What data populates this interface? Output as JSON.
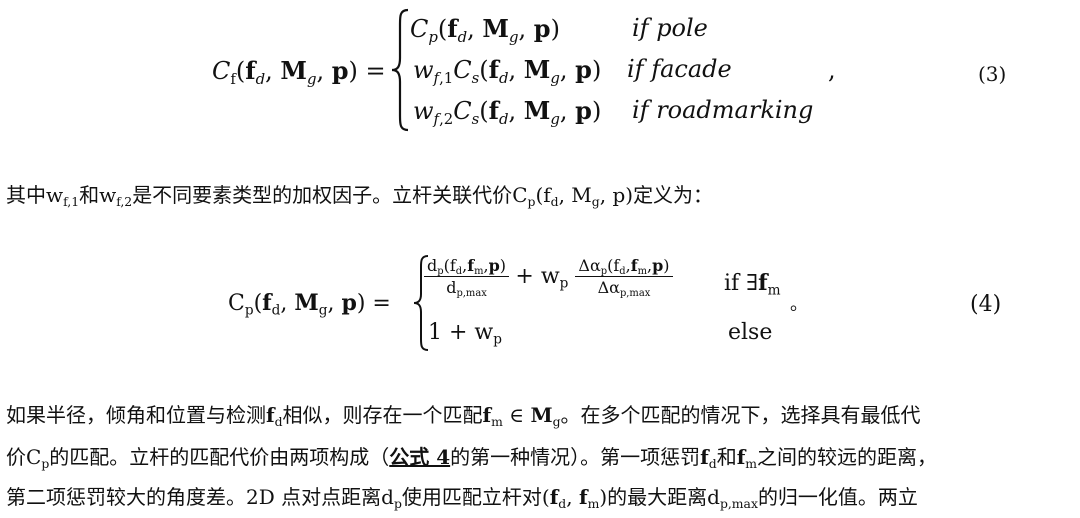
{
  "eq3": {
    "lhs": "C_f(f_d, M_g, p) =",
    "cases": [
      {
        "expr": "C_p(f_d, M_g, p)",
        "cond": "if pole"
      },
      {
        "expr": "w_{f,1} C_s(f_d, M_g, p)",
        "cond": "if facade"
      },
      {
        "expr": "w_{f,2} C_s(f_d, M_g, p)",
        "cond": "if roadmarking"
      }
    ],
    "trailing": ",",
    "number": "(3)"
  },
  "para1": {
    "text_a": "其中",
    "text_b": "和",
    "text_c": "是不同要素类型的加权因子。立杆关联代价",
    "text_d": "定义为："
  },
  "eq4": {
    "lhs": "C_p(f_d, M_g, p) =",
    "case1_expr": "d_p(f_d,f_m,p)/d_p,max + w_p Δα_p(f_d,f_m,p)/Δα_p,max",
    "case1_cond": "if ∃f_m",
    "case2_expr": "1 + w_p",
    "case2_cond": "else",
    "trailing": "。",
    "number": "(4)"
  },
  "para2": {
    "line1_a": "如果半径，倾角和位置与检测",
    "line1_b": "相似，则存在一个匹配",
    "line1_c": "。在多个匹配的情况下，选择具有最低代",
    "line2_a": "价",
    "line2_b": "的匹配。立杆的匹配代价由两项构成（",
    "line2_link": "公式 4",
    "line2_c": "的第一种情况）。第一项惩罚",
    "line2_d": "和",
    "line2_e": "之间的较远的距离，",
    "line3_a": "第二项惩罚较大的角度差。2D 点对点距离",
    "line3_b": "使用匹配立杆对",
    "line3_c": "的最大距离",
    "line3_d": "的归一化值。两立"
  }
}
